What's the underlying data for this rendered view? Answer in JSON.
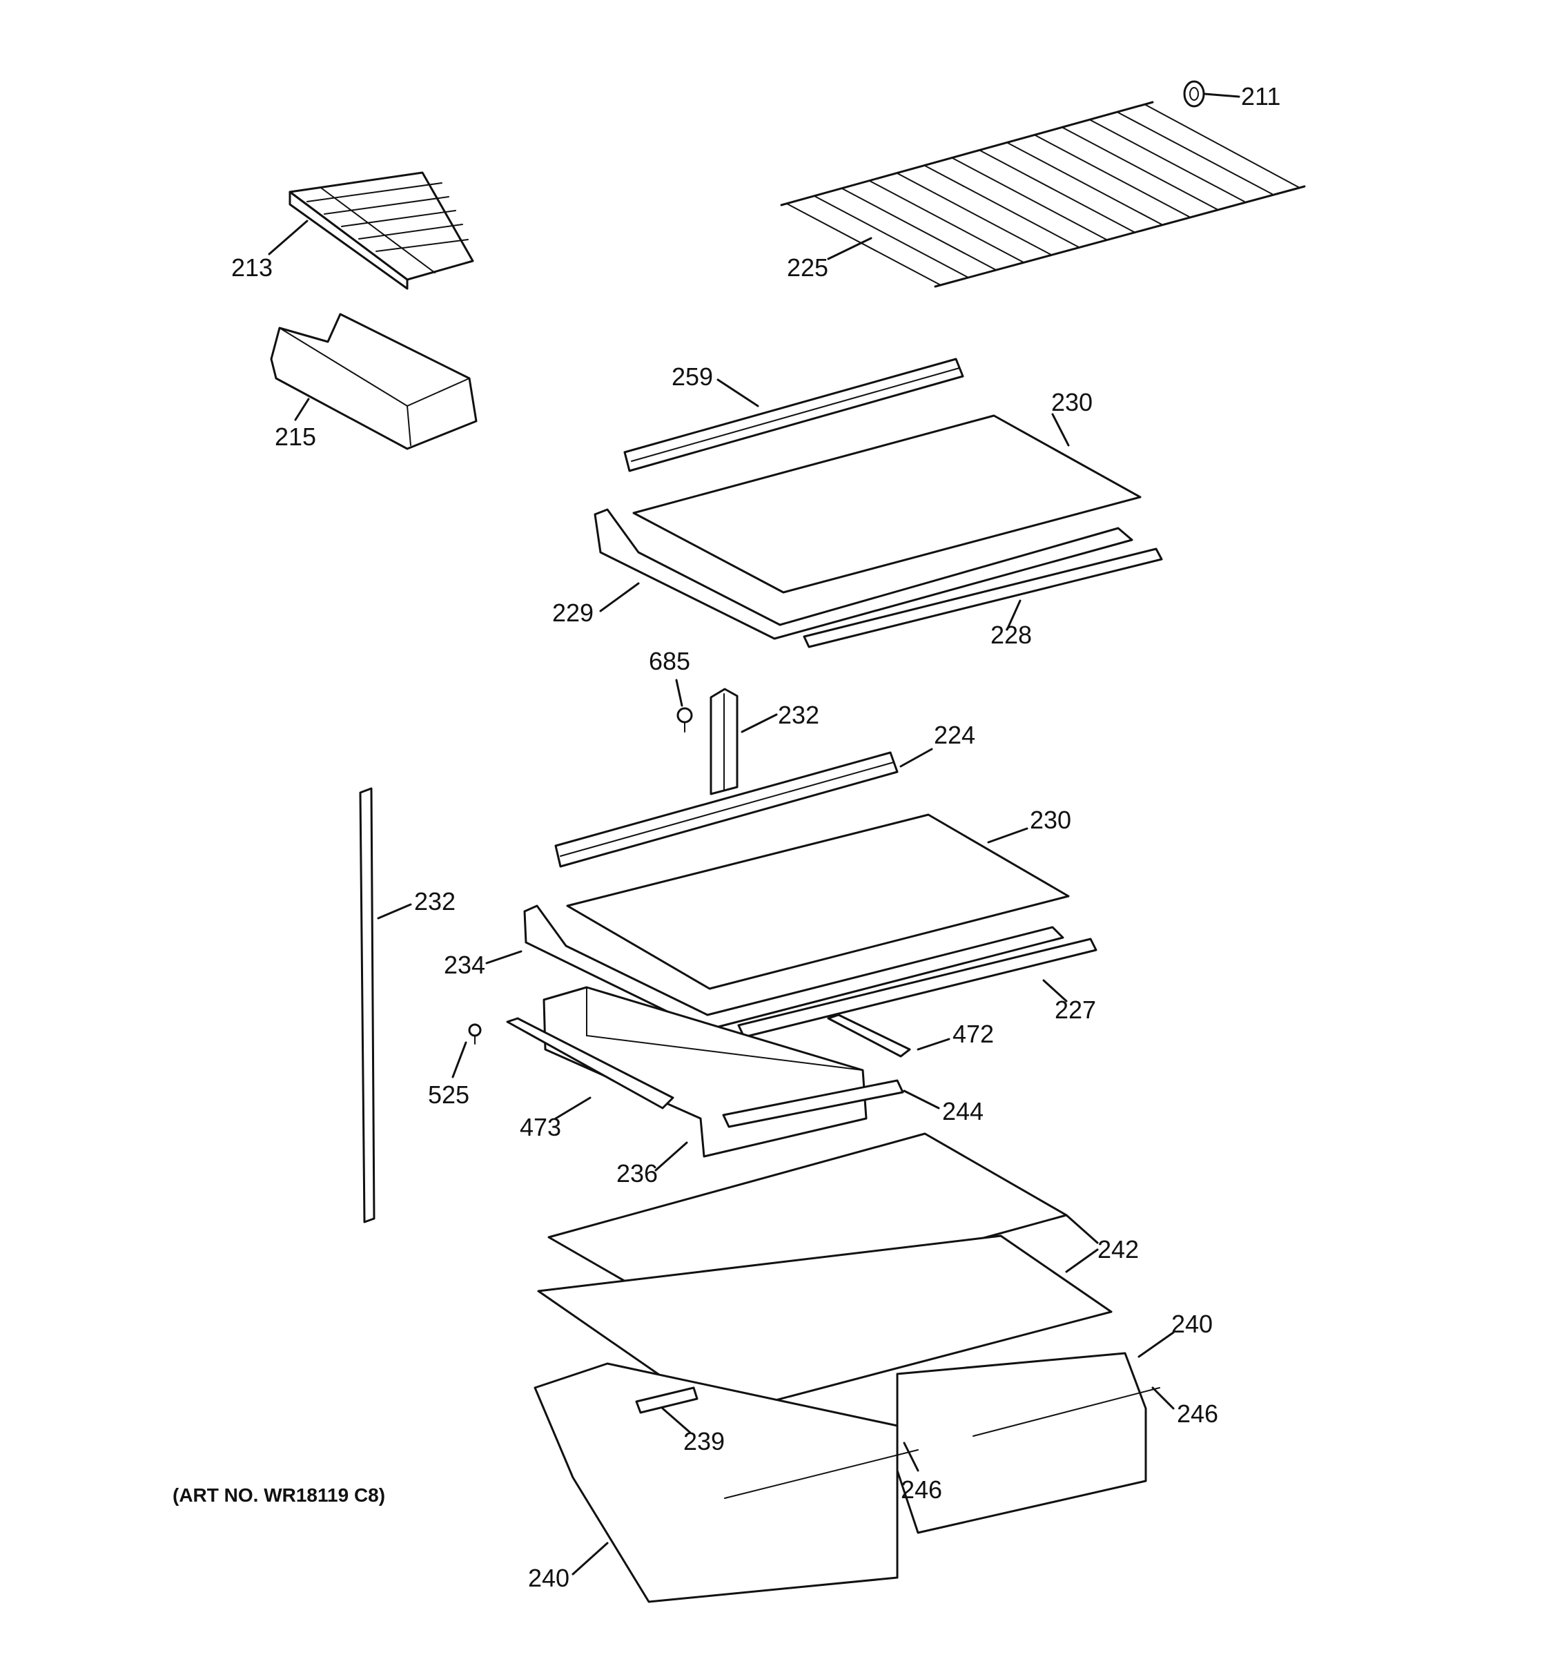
{
  "callouts": {
    "c211": "211",
    "c213": "213",
    "c225": "225",
    "c215": "215",
    "c259": "259",
    "c230a": "230",
    "c229": "229",
    "c228": "228",
    "c685": "685",
    "c232a": "232",
    "c224": "224",
    "c230b": "230",
    "c232b": "232",
    "c234": "234",
    "c227": "227",
    "c472": "472",
    "c525": "525",
    "c244": "244",
    "c473": "473",
    "c236": "236",
    "c242": "242",
    "c240a": "240",
    "c246a": "246",
    "c239": "239",
    "c246b": "246",
    "c240b": "240"
  },
  "art_number": "(ART NO. WR18119 C8)"
}
